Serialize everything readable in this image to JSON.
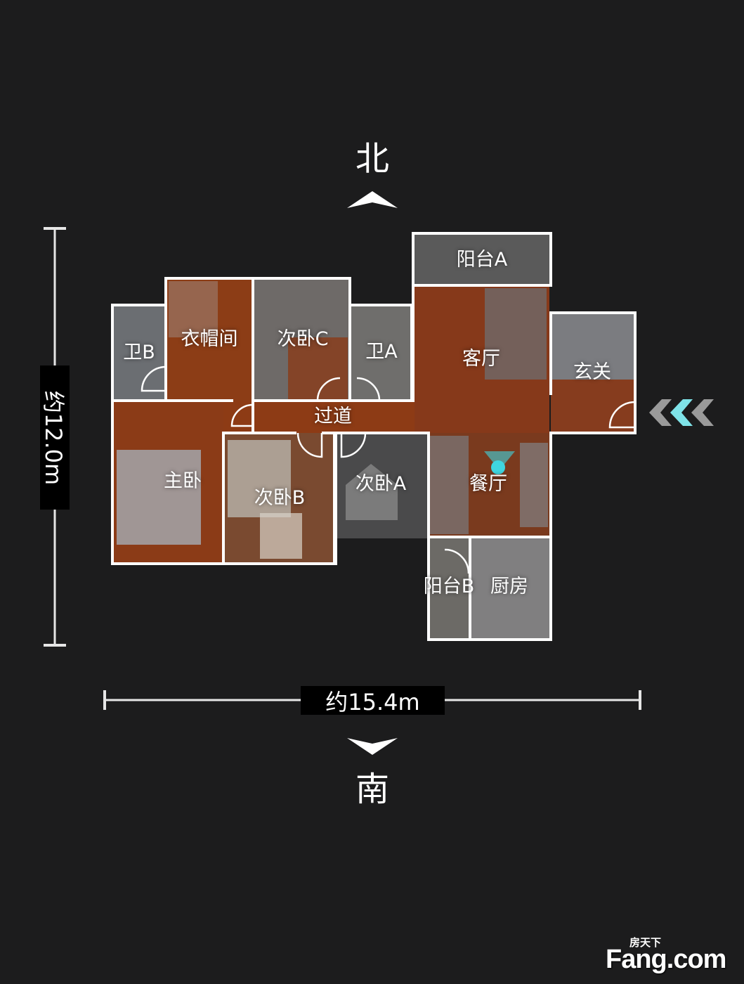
{
  "compass": {
    "north": "北",
    "south": "南"
  },
  "dimensions": {
    "height": "约12.0m",
    "width": "约15.4m"
  },
  "rooms": {
    "balcony_a": "阳台A",
    "cloakroom": "衣帽间",
    "second_bedroom_c": "次卧C",
    "bath_b": "卫B",
    "bath_a": "卫A",
    "living_room": "客厅",
    "foyer": "玄关",
    "hallway": "过道",
    "master_bedroom": "主卧",
    "second_bedroom_b": "次卧B",
    "second_bedroom_a": "次卧A",
    "dining_room": "餐厅",
    "balcony_b": "阳台B",
    "kitchen": "厨房"
  },
  "watermark": {
    "top": "房天下",
    "main": "Fang.com"
  },
  "colors": {
    "background": "#1c1c1d",
    "wall": "#ffffff",
    "floor_wood": "#8a3a14",
    "position_marker": "#3fd6e0",
    "entry_arrow": "#7fe3e8"
  }
}
